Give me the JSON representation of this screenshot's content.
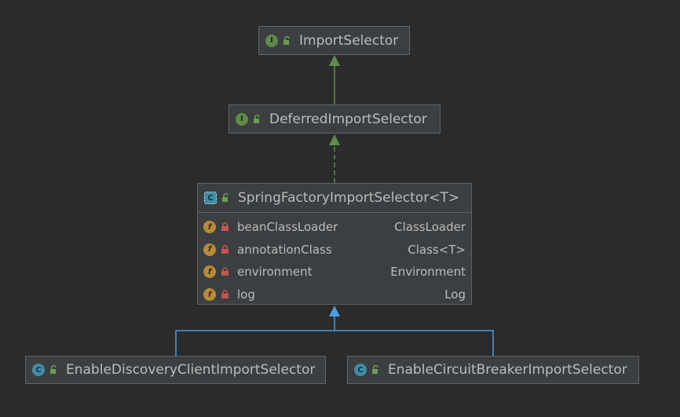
{
  "nodes": {
    "import_selector": {
      "kind": "I",
      "name": "ImportSelector"
    },
    "deferred_import_selector": {
      "kind": "I",
      "name": "DeferredImportSelector"
    },
    "spring_factory_import_selector": {
      "kind": "C",
      "name": "SpringFactoryImportSelector<T>",
      "fields": [
        {
          "icon": "f",
          "name": "beanClassLoader",
          "type": "ClassLoader"
        },
        {
          "icon": "f",
          "name": "annotationClass",
          "type": "Class<T>"
        },
        {
          "icon": "f",
          "name": "environment",
          "type": "Environment"
        },
        {
          "icon": "f",
          "name": "log",
          "type": "Log"
        }
      ]
    },
    "enable_discovery_client_import_selector": {
      "kind": "C",
      "name": "EnableDiscoveryClientImportSelector"
    },
    "enable_circuit_breaker_import_selector": {
      "kind": "C",
      "name": "EnableCircuitBreakerImportSelector"
    }
  },
  "colors": {
    "background": "#2b2b2b",
    "node_fill": "#3c3f41",
    "node_border": "#616365",
    "interface_edge": "#5f8b4c",
    "class_edge": "#4a9de0",
    "text": "#bbbbbb"
  }
}
